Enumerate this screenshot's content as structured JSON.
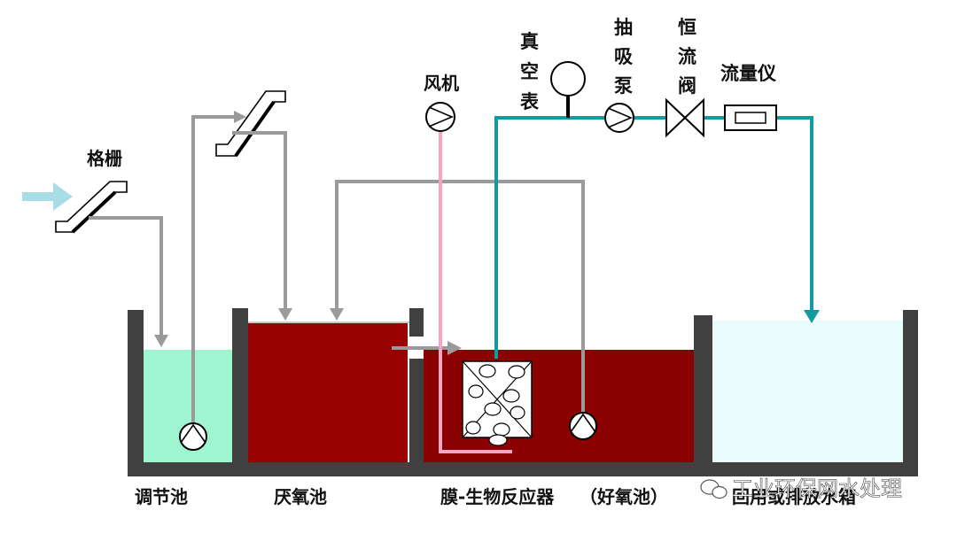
{
  "labels": {
    "grille": "格栅",
    "fan": "风机",
    "vacuum_gauge": [
      "真",
      "空",
      "表"
    ],
    "suction_pump": [
      "抽",
      "吸",
      "泵"
    ],
    "constant_flow_valve": [
      "恒",
      "流",
      "阀"
    ],
    "flow_meter": "流量仪",
    "equalization_tank": "调节池",
    "anaerobic_tank": "厌氧池",
    "membrane_bioreactor": "膜-生物反应器",
    "aerobic_tank": "（好氧池）",
    "reuse_tank": "回用或排放水箱"
  },
  "watermark": "工业环保网水处理",
  "colors": {
    "equalization_water": "#9ef5cf",
    "anaerobic_liquid": "#990000",
    "aerobic_liquid": "#8b0000",
    "reuse_water": "#e9fbfb",
    "tank_wall": "#404040",
    "sludge_line": "#9a9a9a",
    "permeate_line": "#129aa0",
    "air_line": "#f2a6c6",
    "inflow_arrow": "#a8dce6"
  }
}
